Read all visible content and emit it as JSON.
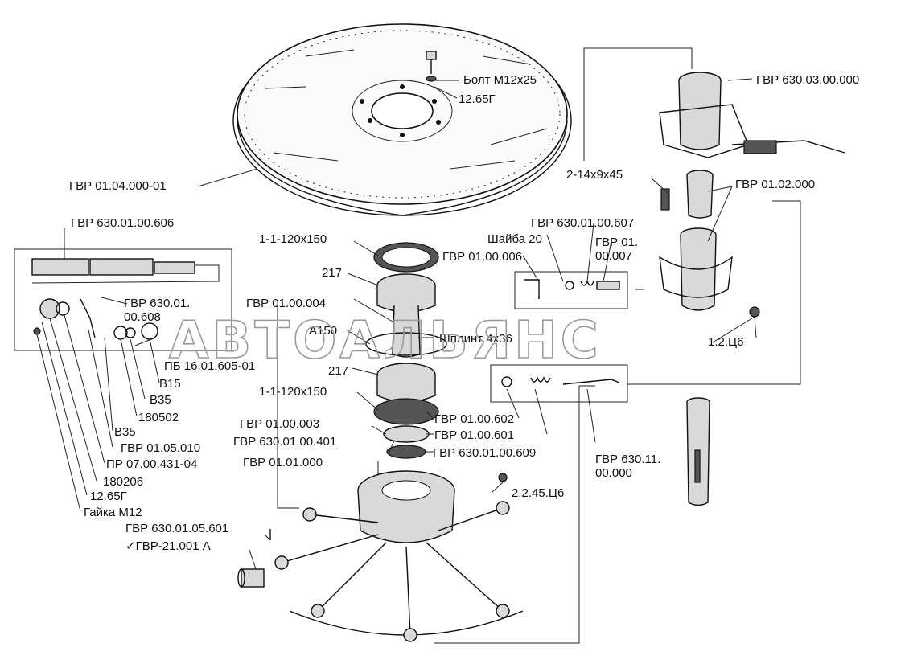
{
  "watermark": "АВТОАЛЬЯНС",
  "labels": {
    "bolt": "Болт М12х25",
    "washer_top": "12.65Г",
    "wheel": "ГВР 01.04.000-01",
    "arm_assy": "ГВР 630.03.00.000",
    "key": "2-14х9х45",
    "shaft_assy": "ГВР 01.02.000",
    "axle": "ГВР 630.01.00.606",
    "pin_607": "ГВР 630.01.00.607",
    "washer20": "Шайба 20",
    "part_006": "ГВР 01.00.006",
    "part_007": "ГВР 01.\n00.007",
    "seal_top": "1-1-120х150",
    "bearing_top": "217",
    "part_608": "ГВР 630.01.\n00.608",
    "part_004": "ГВР 01.00.004",
    "a150": "А150",
    "cotter": "Шплинт 4х36",
    "part_12c6": "1.2.Ц6",
    "pb": "ПБ 16.01.605-01",
    "b15": "В15",
    "b35a": "В35",
    "b180502": "180502",
    "b35b": "В35",
    "p010": "ГВР 01.05.010",
    "pr": "ПР 07.00.431-04",
    "b180206": "180206",
    "w1265": "12.65Г",
    "nut": "Гайка М12",
    "bearing_bot": "217",
    "seal_bot": "1-1-120х150",
    "p003": "ГВР 01.00.003",
    "p401": "ГВР 630.01.00.401",
    "p000": "ГВР 01.01.000",
    "p602": "ГВР 01.00.602",
    "p601": "ГВР 01.00.601",
    "p609": "ГВР 630.01.00.609",
    "p2245": "2.2.45.Ц6",
    "p1100": "ГВР 630.11.\n00.000",
    "p05601": "ГВР 630.01.05.601",
    "gvr21": "✓ГВР-21.001 А"
  }
}
